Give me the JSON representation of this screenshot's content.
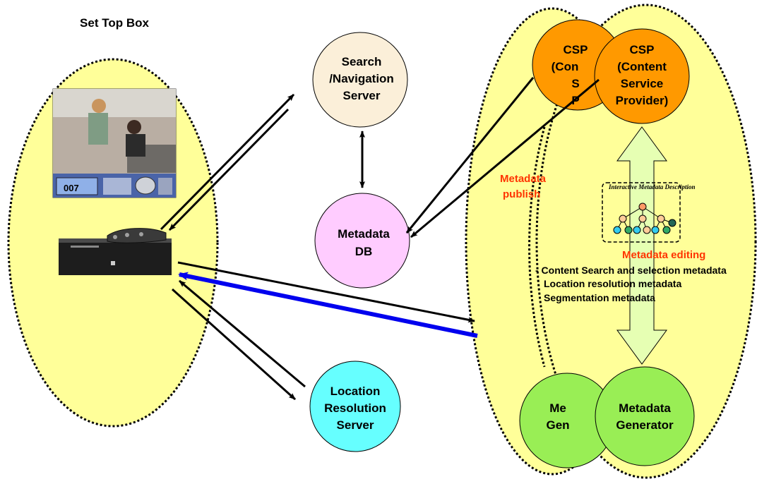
{
  "diagram": {
    "set_top_box": {
      "title": "Set Top Box"
    },
    "search_server": {
      "lines": [
        "Search",
        "/Navigation",
        "Server"
      ]
    },
    "metadata_db": {
      "lines": [
        "Metadata",
        "DB"
      ]
    },
    "location_server": {
      "lines": [
        "Location",
        "Resolution",
        "Server"
      ]
    },
    "csp_back": {
      "lines": [
        "CSP",
        "(Con",
        "S",
        "P"
      ]
    },
    "csp_front": {
      "lines": [
        "CSP",
        "(Content",
        "Service",
        "Provider)"
      ]
    },
    "generator_back": {
      "lines": [
        "Me",
        "Gen"
      ]
    },
    "generator_front": {
      "lines": [
        "Metadata",
        "Generator"
      ]
    },
    "metadata_publish": {
      "lines": [
        "Metadata",
        "publish"
      ]
    },
    "interactive_desc": "Interactive Metadata Description",
    "metadata_editing": "Metadata editing",
    "metadata_types": [
      "- Content Search and selection metadata",
      "Location resolution metadata",
      "Segmentation metadata"
    ],
    "tv_screen": {
      "channel": "007"
    },
    "colors": {
      "yellow": "#ffff99",
      "search": "#fbefd9",
      "db": "#ffccff",
      "location": "#66ffff",
      "csp": "#ff9900",
      "generator": "#99ee55",
      "arrow_blue": "#0000ee",
      "arrow_green": "#e6ffb3",
      "red_text": "#ff3300"
    }
  }
}
